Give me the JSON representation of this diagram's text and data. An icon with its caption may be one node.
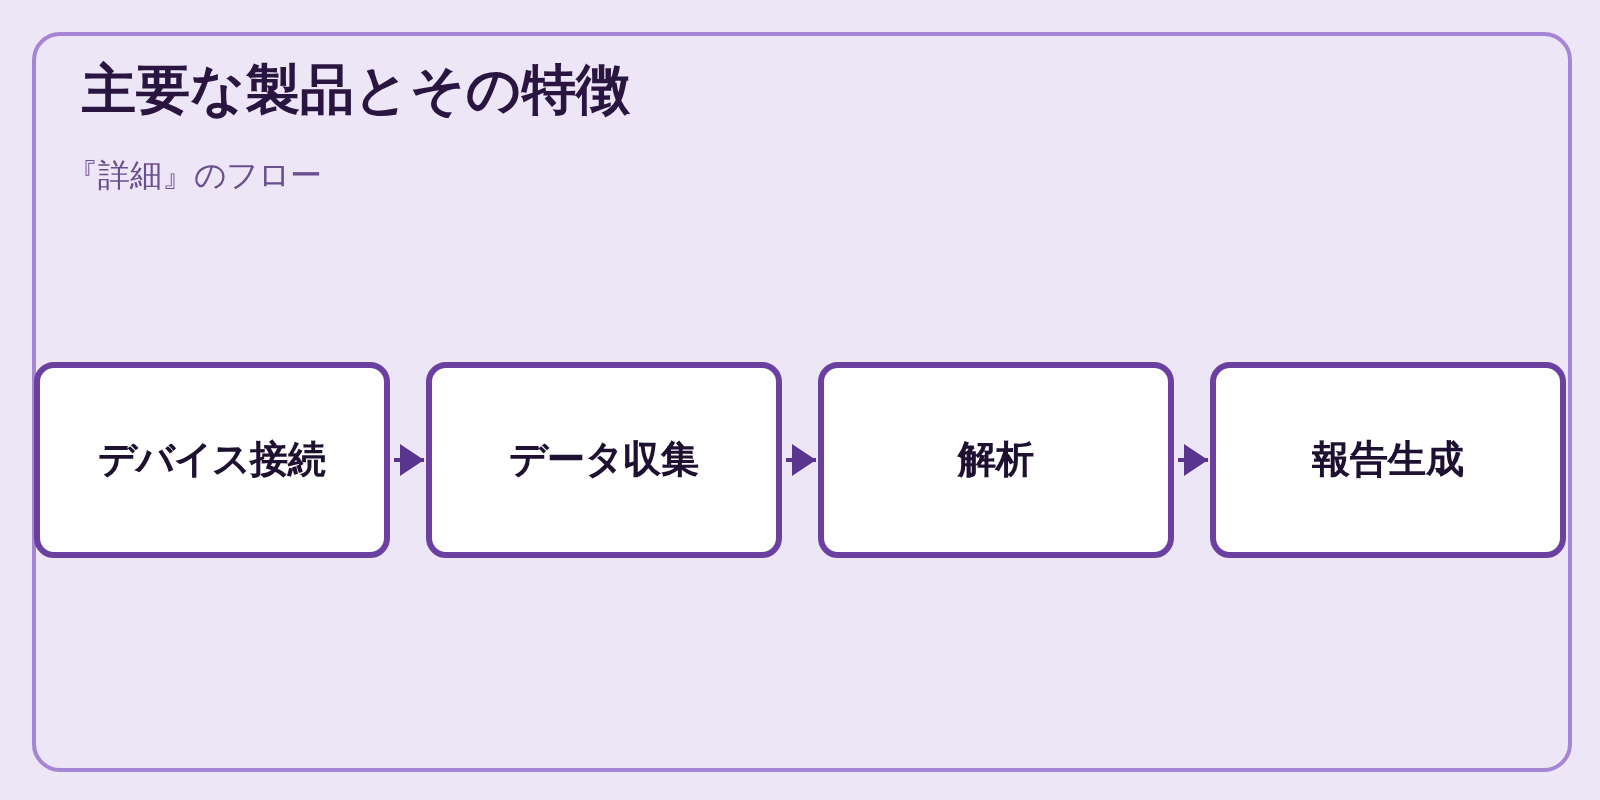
{
  "diagram": {
    "title": "主要な製品とその特徴",
    "nodes": [
      {
        "text": [
          "デバイス接続"
        ]
      },
      {
        "text": [
          "データ収集"
        ]
      },
      {
        "text": [
          "解析"
        ]
      },
      {
        "text": [
          "報告生成"
        ]
      }
    ],
    "edges": [
      {
        "from": 0,
        "to": 1,
        "arrow": "to"
      },
      {
        "from": 1,
        "to": 2,
        "arrow": "to"
      },
      {
        "from": 2,
        "to": 3,
        "arrow": "to"
      }
    ],
    "labels": [
      "『詳細』のフロー"
    ]
  }
}
